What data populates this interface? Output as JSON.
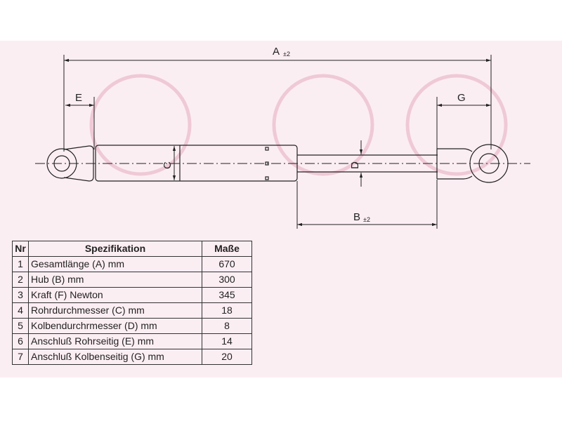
{
  "colors": {
    "panel": "#fbeef3",
    "line": "#222222",
    "watermark": "#efc9d6"
  },
  "labels": {
    "A": "A",
    "A_sub": "±2",
    "B": "B",
    "B_sub": "±2",
    "C": "C",
    "D": "D",
    "E": "E",
    "G": "G"
  },
  "table": {
    "headers": {
      "nr": "Nr",
      "spec": "Spezifikation",
      "value": "Maße"
    },
    "rows": [
      {
        "nr": "1",
        "spec": "Gesamtlänge (A) mm",
        "value": "670"
      },
      {
        "nr": "2",
        "spec": "Hub (B)  mm",
        "value": "300"
      },
      {
        "nr": "3",
        "spec": "Kraft (F) Newton",
        "value": "345"
      },
      {
        "nr": "4",
        "spec": "Rohrdurchmesser (C) mm",
        "value": "18"
      },
      {
        "nr": "5",
        "spec": "Kolbendurchrmesser (D) mm",
        "value": "8"
      },
      {
        "nr": "6",
        "spec": "Anschluß Rohrseitig (E) mm",
        "value": "14"
      },
      {
        "nr": "7",
        "spec": "Anschluß Kolbenseitig (G) mm",
        "value": "20"
      }
    ]
  }
}
